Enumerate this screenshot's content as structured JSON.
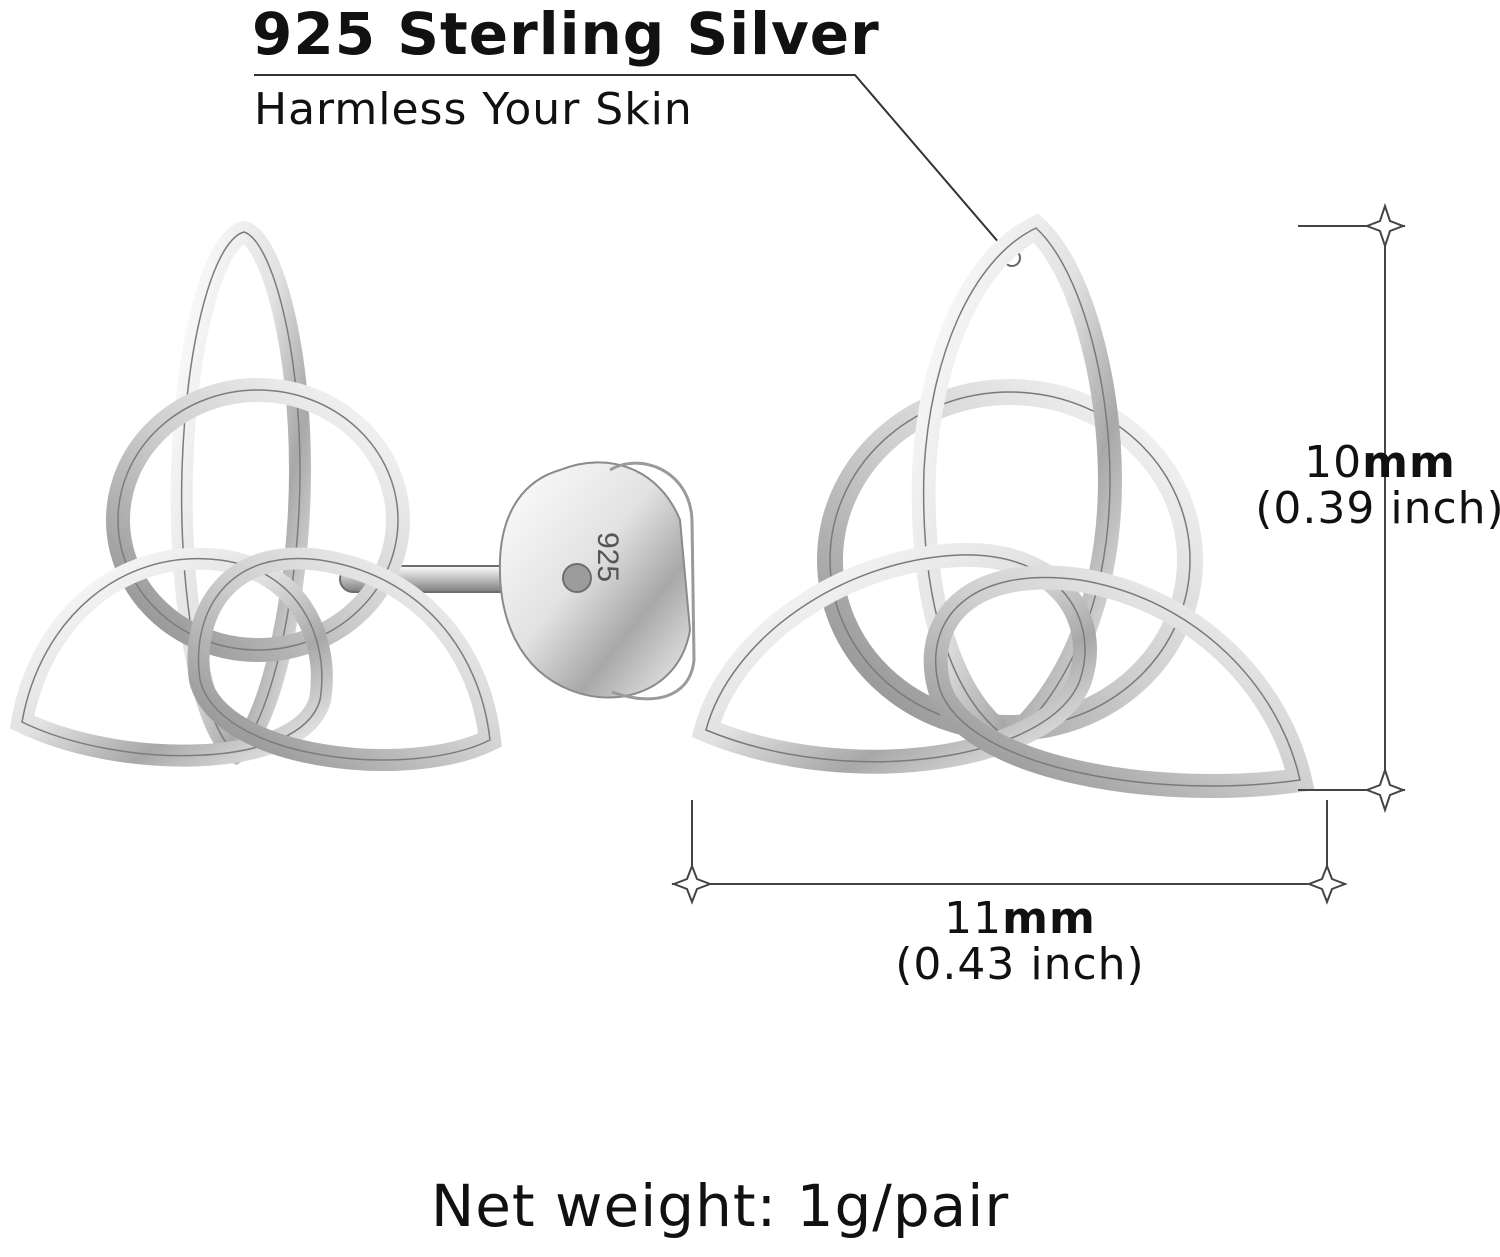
{
  "header": {
    "title": "925 Sterling Silver",
    "subtitle": "Harmless Your Skin"
  },
  "stamp": "925",
  "dimensions": {
    "height": {
      "value": "10",
      "unit": "mm",
      "imperial": "(0.39 inch)"
    },
    "width": {
      "value": "11",
      "unit": "mm",
      "imperial": "(0.43 inch)"
    }
  },
  "footer": {
    "weight": "Net weight: 1g/pair"
  },
  "colors": {
    "silver_light": "#f7f7f7",
    "silver_dark": "#8e8e8e",
    "line": "#333333"
  }
}
